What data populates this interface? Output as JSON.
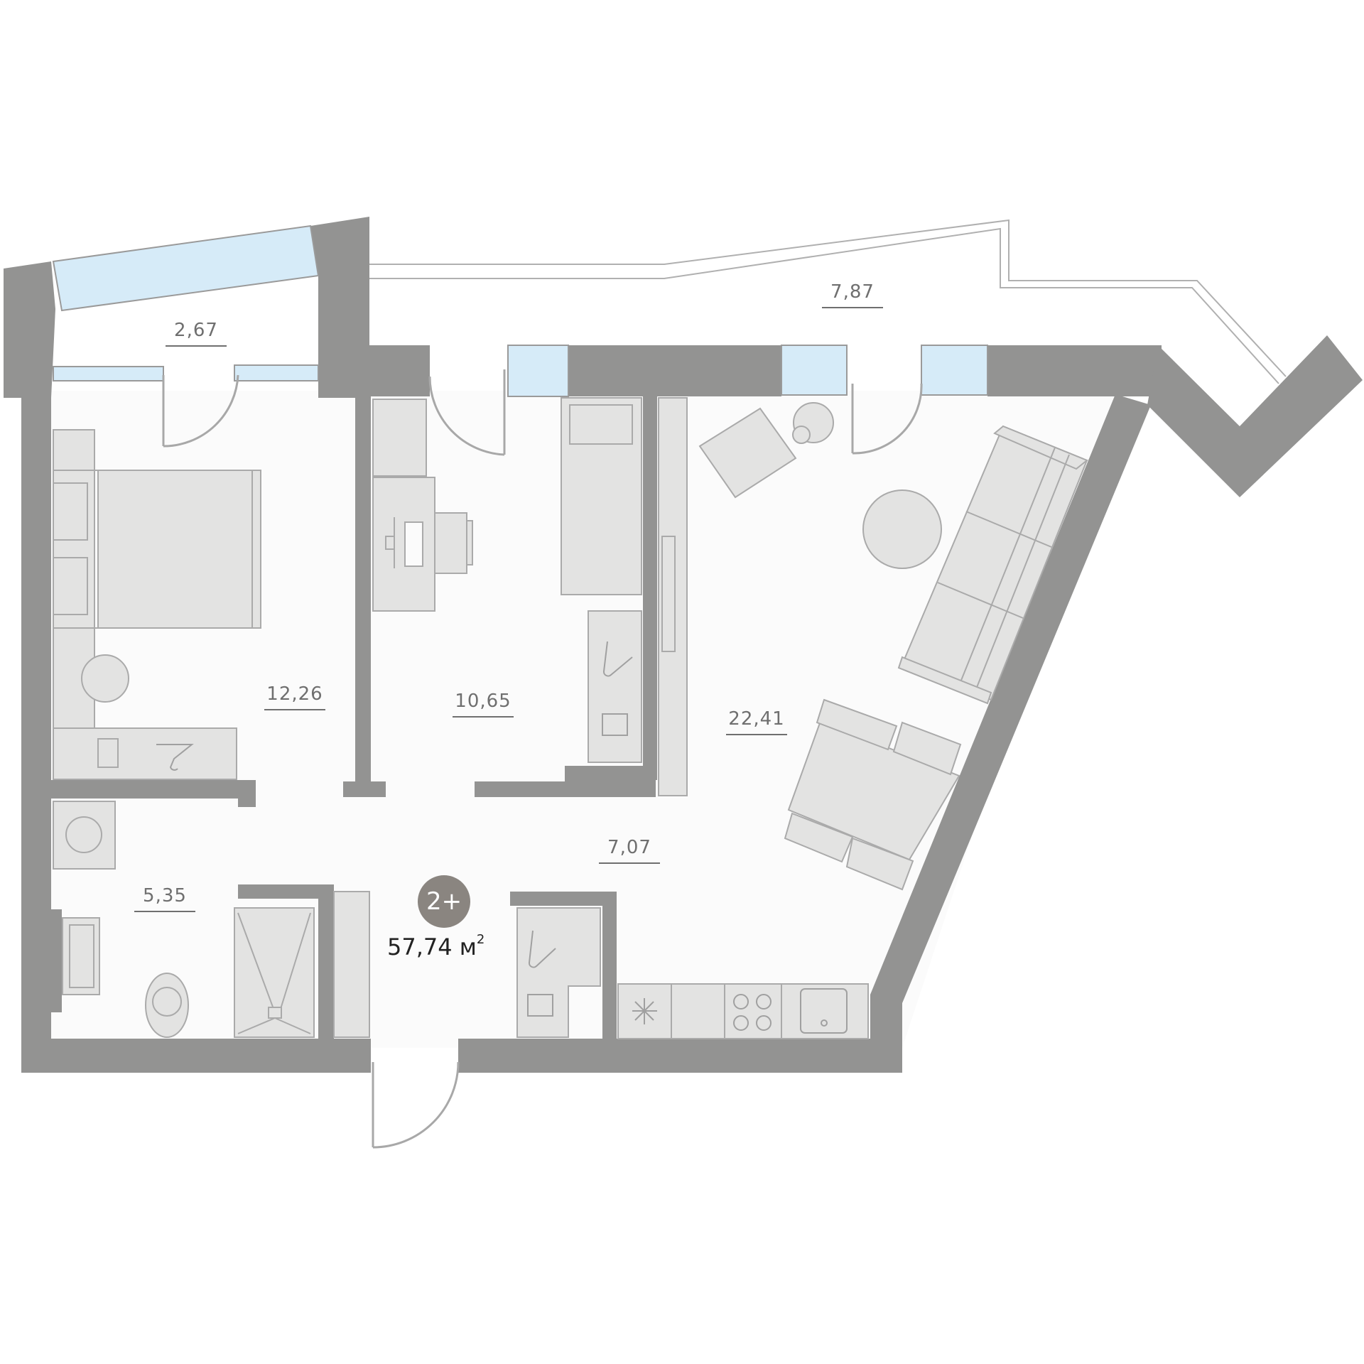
{
  "colors": {
    "wall": "#939392",
    "floor": "#fbfbfb",
    "furniture_fill": "#e3e3e2",
    "furniture_stroke": "#aaaaaa",
    "glass": "#d6ebf8",
    "badge": "#8a8580"
  },
  "rooms": [
    {
      "id": "balcony-left",
      "area": "2,67"
    },
    {
      "id": "balcony-right",
      "area": "7,87"
    },
    {
      "id": "bedroom",
      "area": "12,26"
    },
    {
      "id": "study",
      "area": "10,65"
    },
    {
      "id": "living-kitchen",
      "area": "22,41"
    },
    {
      "id": "hallway",
      "area": "7,07"
    },
    {
      "id": "bathroom",
      "area": "5,35"
    }
  ],
  "apartment": {
    "type_badge": "2+",
    "total_area_value": "57,74 м",
    "total_area_sup": "2"
  },
  "icons": [
    "bed-icon",
    "desk-icon",
    "wardrobe-icon",
    "hanger-icon",
    "sofa-icon",
    "armchair-icon",
    "dining-table-icon",
    "fridge-icon",
    "stove-icon",
    "sink-icon",
    "washing-machine-icon",
    "toilet-icon",
    "shower-icon",
    "door-icon",
    "window-icon"
  ]
}
